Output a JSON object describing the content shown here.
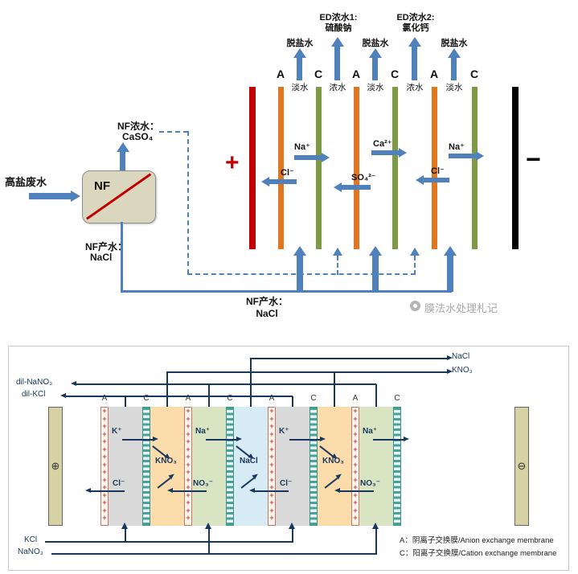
{
  "colors": {
    "blue_arrow": "#4f81bd",
    "electrode_positive_red": "#c00000",
    "electrode_negative_black": "#000000",
    "anion_membrane_orange": "#e0761f",
    "cation_membrane_green": "#7d9b44",
    "nf_box_fill": "#dbd7bf",
    "navy_line": "#17375e",
    "compartment_gray": "#d9d9d9",
    "compartment_orange": "#fcdcaa",
    "compartment_green": "#d9e5c2",
    "compartment_blue": "#d7ebf4",
    "electrode_bar_tan": "#d7d1a3"
  },
  "top": {
    "feed_label": "高盐废水",
    "nf_box": "NF",
    "nf_concentrate_l1": "NF浓水：",
    "nf_concentrate_l2": "CaSO₄",
    "nf_product_side_l1": "NF产水：",
    "nf_product_side_l2": "NaCl",
    "nf_product_bottom_l1": "NF产水：",
    "nf_product_bottom_l2": "NaCl",
    "electrode_plus": "+",
    "electrode_minus": "−",
    "membranes": [
      "A",
      "C",
      "A",
      "C",
      "A",
      "C"
    ],
    "outlets": {
      "desal1": "脱盐水",
      "ed1_l1": "ED浓水1:",
      "ed1_l2": "硫酸钠",
      "desal2": "脱盐水",
      "ed2_l1": "ED浓水2:",
      "ed2_l2": "氯化钙",
      "desal3": "脱盐水"
    },
    "cells": [
      "淡水",
      "浓水",
      "淡水",
      "浓水",
      "淡水"
    ],
    "ions": [
      "Na⁺",
      "Cl⁻",
      "SO₄²⁻",
      "Ca²⁺",
      "Cl⁻",
      "Na⁺"
    ],
    "watermark": "膜法水处理札记"
  },
  "bottom": {
    "electrode_left_symbol": "⊕",
    "electrode_right_symbol": "⊖",
    "membranes": [
      "A",
      "C",
      "A",
      "C",
      "A",
      "C",
      "A",
      "C"
    ],
    "outputs": {
      "nacl": "NaCl",
      "kno3": "KNO₃",
      "dil_nano3": "dil-NaNO₃",
      "dil_kcl": "dil-KCl"
    },
    "inputs": {
      "kcl": "KCl",
      "nano3": "NaNO₃"
    },
    "compartments": [
      {
        "type": "diluate-kcl",
        "top_ion": "K⁺",
        "bottom_ion": "Cl⁻"
      },
      {
        "type": "concentrate-kno3",
        "salt": "KNO₃"
      },
      {
        "type": "diluate-nano3",
        "top_ion": "Na⁺",
        "bottom_ion": "NO₃⁻"
      },
      {
        "type": "concentrate-nacl",
        "salt": "NaCl"
      },
      {
        "type": "diluate-kcl",
        "top_ion": "K⁺",
        "bottom_ion": "Cl⁻"
      },
      {
        "type": "concentrate-kno3",
        "salt": "KNO₃"
      },
      {
        "type": "diluate-nano3",
        "top_ion": "Na⁺",
        "bottom_ion": "NO₃⁻"
      }
    ],
    "legend": [
      "A：阴离子交换膜/Anion exchange membrane",
      "C：阳离子交换膜/Cation exchange membrane"
    ]
  }
}
